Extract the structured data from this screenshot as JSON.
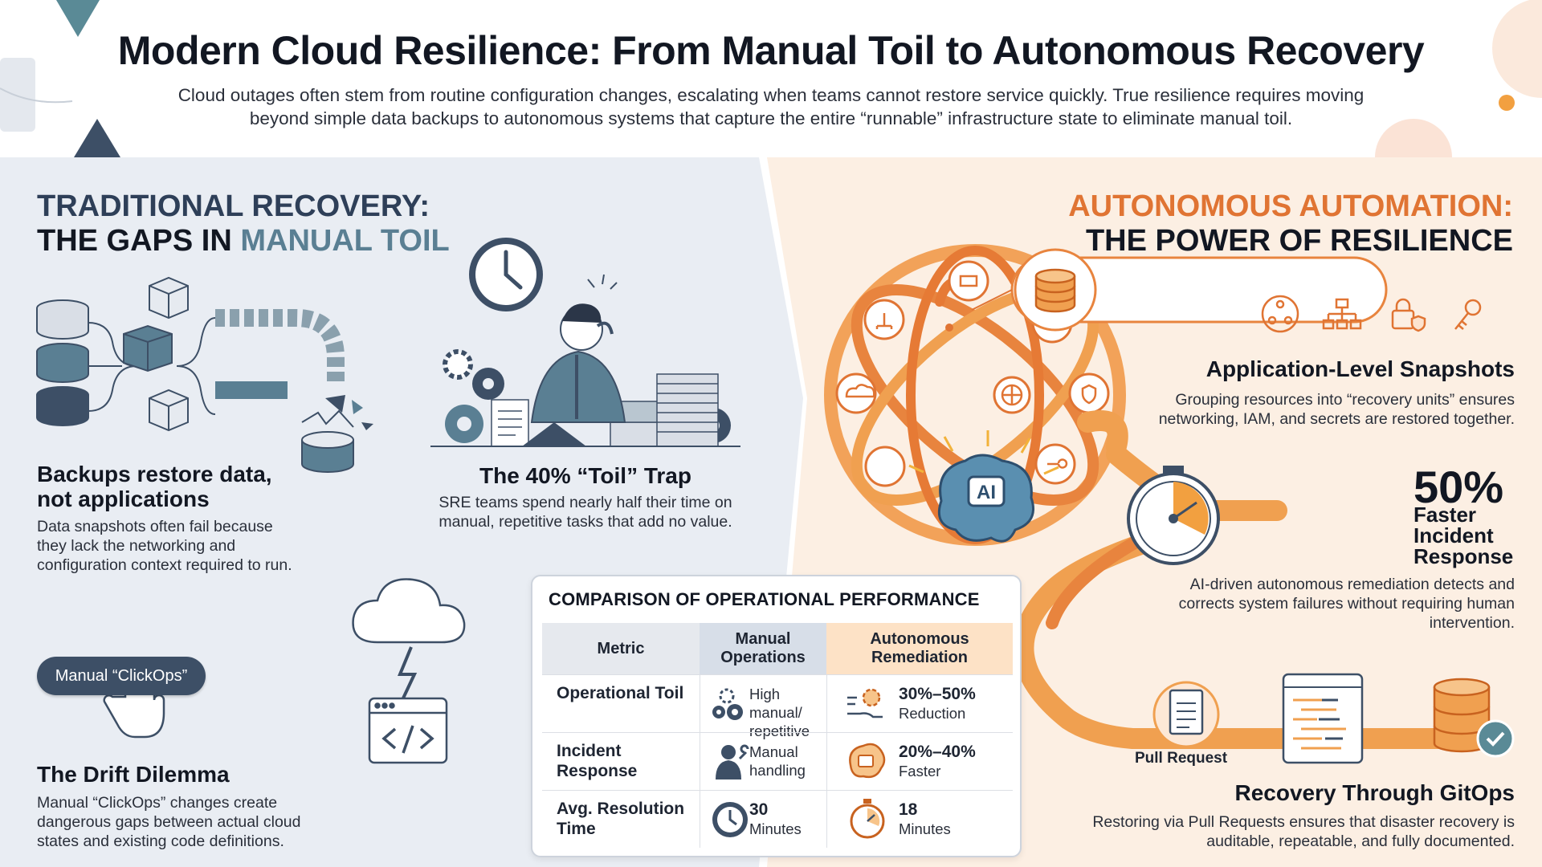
{
  "header": {
    "title": "Modern Cloud Resilience: From Manual Toil to Autonomous Recovery",
    "subtitle": "Cloud outages often stem from routine configuration changes, escalating when teams cannot restore service quickly. True resilience requires moving beyond simple data backups to autonomous systems that capture the entire “runnable” infrastructure state to eliminate manual toil."
  },
  "left": {
    "heading_line1": "TRADITIONAL RECOVERY:",
    "heading_line2a": "THE GAPS IN ",
    "heading_line2b": "MANUAL TOIL",
    "backups": {
      "title": "Backups restore data, not applications",
      "text": "Data snapshots often fail because they lack the networking and configuration context required to run."
    },
    "toil": {
      "title": "The 40% “Toil” Trap",
      "text": "SRE teams spend nearly half their time on manual, repetitive tasks that add no value."
    },
    "drift": {
      "pill": "Manual “ClickOps”",
      "title": "The Drift Dilemma",
      "text": "Manual “ClickOps” changes create dangerous gaps between actual cloud states and existing code definitions."
    }
  },
  "right": {
    "heading_line1": "AUTONOMOUS AUTOMATION:",
    "heading_line2": "THE POWER OF RESILIENCE",
    "snapshots": {
      "title": "Application-Level Snapshots",
      "text": "Grouping resources into “recovery units” ensures networking, IAM, and secrets are restored together."
    },
    "faster": {
      "stat": "50%",
      "label": "Faster Incident Response",
      "text": "AI-driven autonomous remediation detects and corrects system failures without requiring human intervention.",
      "ai_label": "AI"
    },
    "gitops": {
      "pr_label": "Pull Request",
      "title": "Recovery Through GitOps",
      "text": "Restoring via Pull Requests ensures that disaster recovery is auditable, repeatable, and fully documented."
    }
  },
  "table": {
    "title": "COMPARISON OF OPERATIONAL PERFORMANCE",
    "headers": [
      "Metric",
      "Manual Operations",
      "Autonomous Remediation"
    ],
    "rows": [
      {
        "metric": "Operational Toil",
        "manual": "High manual/ repetitive",
        "auto_big": "30%–50%",
        "auto_small": "Reduction"
      },
      {
        "metric": "Incident Response",
        "manual": "Manual handling",
        "auto_big": "20%–40%",
        "auto_small": "Faster"
      },
      {
        "metric": "Avg. Resolution Time",
        "manual_big": "30",
        "manual": "Minutes",
        "auto_big": "18",
        "auto_small": "Minutes"
      }
    ]
  },
  "colors": {
    "navy": "#3d4f66",
    "slate_blue": "#5a7f93",
    "orange": "#e07433",
    "left_bg": "#e9edf3",
    "right_bg": "#fcefe3"
  }
}
